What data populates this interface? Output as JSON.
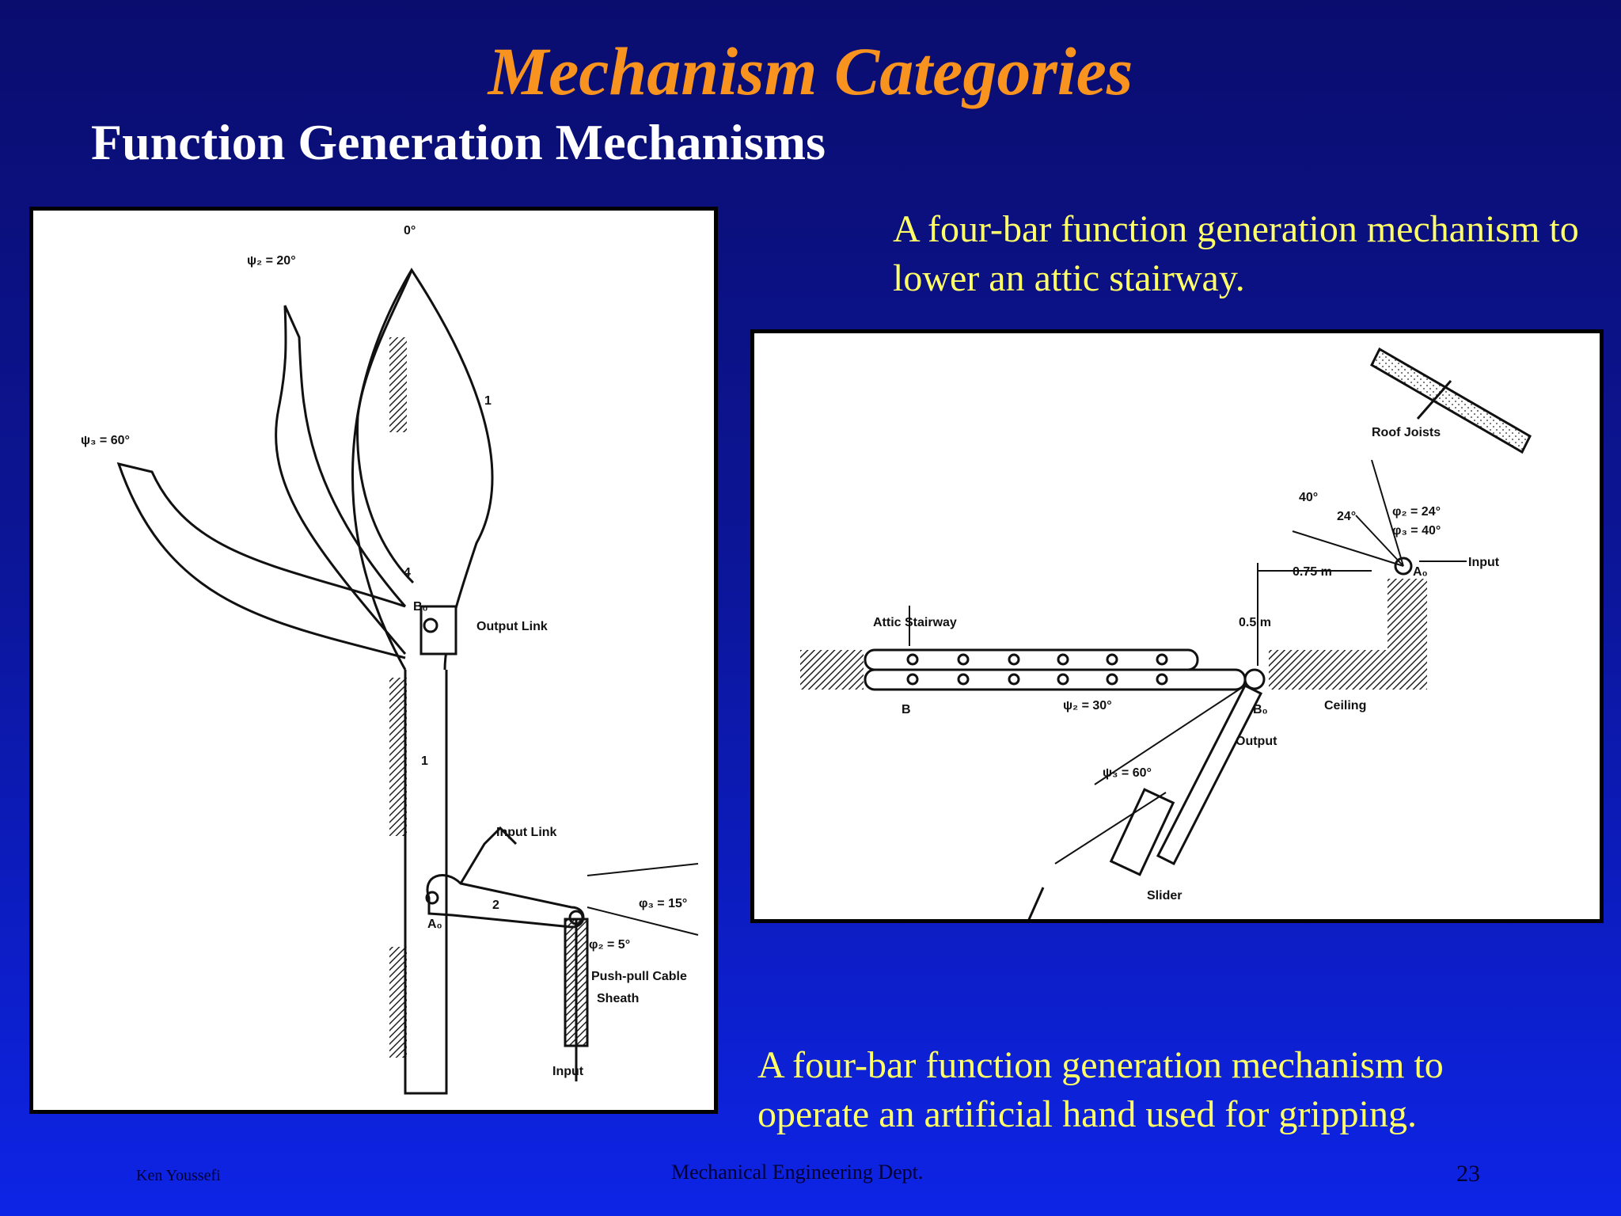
{
  "slide": {
    "title": "Mechanism Categories",
    "subtitle": "Function Generation Mechanisms",
    "caption_attic": "A four-bar function generation mechanism to lower an attic stairway.",
    "caption_hand": "A four-bar function generation mechanism to operate an artificial hand used for gripping."
  },
  "hand_figure": {
    "labels": {
      "zero": "0°",
      "psi2": "ψ₂ = 20°",
      "psi3": "ψ₃ = 60°",
      "link1_top": "1",
      "link1_mid": "1",
      "link4": "4",
      "b0": "B₀",
      "output_link": "Output Link",
      "input_link": "Input Link",
      "link2": "2",
      "a0": "A₀",
      "phi3": "φ₃ = 15°",
      "phi2": "φ₂ = 5°",
      "cable": "Push-pull Cable",
      "sheath": "Sheath",
      "input": "Input"
    }
  },
  "attic_figure": {
    "labels": {
      "roof": "Roof Joists",
      "forty": "40°",
      "twentyfour": "24°",
      "phi2": "φ₂ = 24°",
      "phi3": "φ₃ = 40°",
      "input": "Input",
      "dist075": "0.75 m",
      "a0": "A₀",
      "attic": "Attic Stairway",
      "dist05": "0.5 m",
      "b": "B",
      "psi2": "ψ₂ = 30°",
      "b0": "B₀",
      "ceiling": "Ceiling",
      "output": "Output",
      "psi3": "ψ₃ = 60°",
      "slider": "Slider"
    }
  },
  "footer": {
    "author": "Ken Youssefi",
    "dept": "Mechanical Engineering Dept.",
    "page": "23"
  }
}
